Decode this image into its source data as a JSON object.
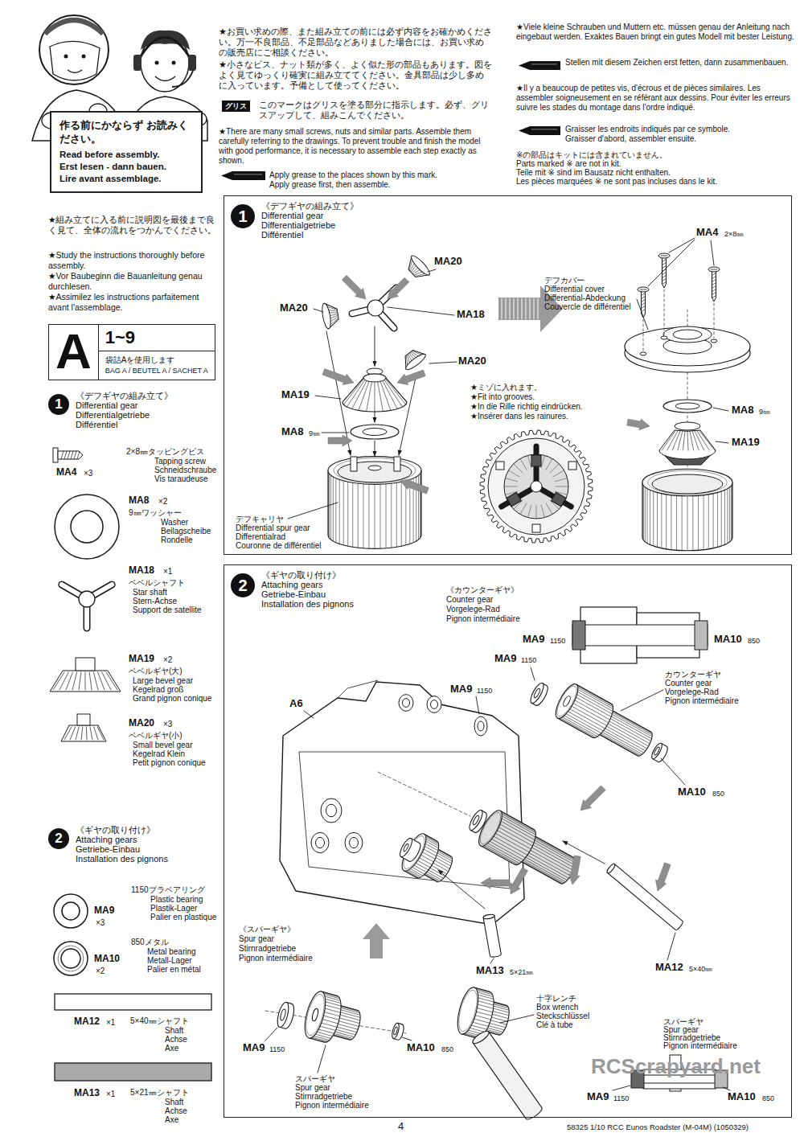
{
  "diagram": {
    "nodes": [
      {
        "text": [
          "作る前にかならず お読みください。",
          "Read before assembly.",
          "Erst lesen - dann bauen.",
          "Lire avant assemblage."
        ]
      },
      {
        "text": [
          "グリス"
        ]
      },
      {
        "text": [
          "A",
          "1~9",
          "袋詰Aを使用します",
          "BAG A / BEUTEL A / SACHET A"
        ]
      },
      {
        "text": [
          "1",
          "《デフギヤの組み立て》",
          "Differential gear",
          "Differentialgetriebe",
          "Différentiel"
        ]
      },
      {
        "text": [
          "1",
          "《デフギヤの組み立て》",
          "Differential gear",
          "Differentialgetriebe",
          "Différentiel"
        ]
      },
      {
        "text": [
          "2",
          "《ギヤの取り付け》",
          "Attaching gears",
          "Getriebe-Einbau",
          "Installation des pignons"
        ]
      },
      {
        "text": [
          "2",
          "《ギヤの取り付け》",
          "Attaching gears",
          "Getriebe-Einbau",
          "Installation des pignons"
        ]
      }
    ],
    "labels": [
      "★お買い求めの際、また組み立ての前には必ず内容をお確かめください。万一不良部品、不足部品などありました場合には、お買い求めの販売店にご相談ください。",
      "★小さなビス、ナット類が多く、よく似た形の部品もあります。図をよく見てゆっくり確実に組み立ててください。金具部品は少し多めに入っています。予備として使ってください。",
      "このマークはグリスを塗る部分に指示します。必ず、グリスアップして、組みこんでください。",
      "★There are many small screws, nuts and similar parts. Assemble them carefully referring to the drawings. To prevent trouble and finish the model with good performance, it is necessary to assemble each step exactly as shown.",
      "Apply grease to the places shown by this mark.",
      "Apply grease first, then assemble.",
      "★Viele kleine Schrauben und Muttern etc. müssen genau der Anleitung nach eingebaut werden. Exaktes Bauen bringt ein gutes Modell mit bester Leistung.",
      "Stellen mit diesem Zeichen erst fetten, dann zusammenbauen.",
      "★Il y a beaucoup de petites vis, d'écrous et de pièces similaires. Les assembler soigneusement en se référant aux dessins. Pour éviter les erreurs suivre les stades du montage dans l'ordre indiqué.",
      "Graisser les endroits indiqués par ce symbole.",
      "Graisser d'abord, assembler ensuite.",
      "※の部品はキットには含まれていません。",
      "Parts marked ※ are not in kit.",
      "Teile mit ※ sind im Bausatz nicht enthalten.",
      "Les pièces marquées ※ ne sont pas incluses dans le kit.",
      "★組み立てに入る前に説明図を最後まで良く見て、全体の流れをつかんでください。",
      "★Study the instructions thoroughly before assembly.",
      "★Vor Baubeginn die Bauanleitung genau durchlesen.",
      "★Assimilez les instructions parfaitement avant l'assemblage.",
      "MA4",
      "×3",
      "2×8㎜タッピングビス",
      "Tapping screw",
      "Schneidschraube",
      "Vis taraudeuse",
      "MA8",
      "×2",
      "9㎜ワッシャー",
      "Washer",
      "Beilagscheibe",
      "Rondelle",
      "MA18",
      "×1",
      "ベベルシャフト",
      "Star shaft",
      "Stern-Achse",
      "Support de satellite",
      "MA19",
      "×2",
      "ベベルギヤ(大)",
      "Large bevel gear",
      "Kegelrad groß",
      "Grand pignon conique",
      "MA20",
      "×3",
      "ベベルギヤ(小)",
      "Small bevel gear",
      "Kegelrad Klein",
      "Petit pignon conique",
      "MA9",
      "×3",
      "1150プラベアリング",
      "Plastic bearing",
      "Plastik-Lager",
      "Palier en plastique",
      "MA10",
      "×2",
      "850メタル",
      "Metal bearing",
      "Metall-Lager",
      "Palier en métal",
      "MA12",
      "×1",
      "5×40㎜シャフト",
      "Shaft",
      "Achse",
      "Axe",
      "MA13",
      "×1",
      "5×21㎜シャフト",
      "Shaft",
      "Achse",
      "Axe",
      "MA20",
      "MA20",
      "MA18",
      "MA20",
      "MA19",
      "MA8",
      "9㎜",
      "デフキャリヤ",
      "Differential spur gear",
      "Differentialrad",
      "Couronne de différentiel",
      "★ミゾに入れます。",
      "★Fit into grooves.",
      "★In die Rille richtig eindrücken.",
      "★Insérer dans les rainures.",
      "MA4",
      "2×8㎜",
      "デフカバー",
      "Differential cover",
      "Differential-Abdeckung",
      "Couvercle de différentiel",
      "MA8",
      "9㎜",
      "MA19",
      "《カウンターギヤ》",
      "Counter gear",
      "Vorgelege-Rad",
      "Pignon intermédiaire",
      "MA9",
      "1150",
      "MA10",
      "850",
      "MA9",
      "1150",
      "MA9",
      "1150",
      "カウンターギヤ",
      "Counter gear",
      "Vorgelege-Rad",
      "Pignon intermédiaire",
      "A6",
      "MA10",
      "850",
      "《スパーギヤ》",
      "Spur gear",
      "Stirnradgetriebe",
      "Pignon intermédiaire",
      "MA13",
      "5×21㎜",
      "MA12",
      "5×40㎜",
      "MA9",
      "1150",
      "MA10",
      "850",
      "スパーギヤ",
      "Spur gear",
      "Stirnradgetriebe",
      "Pignon intermédiaire",
      "十字レンチ",
      "Box wrench",
      "Steckschlüssel",
      "Clé à tube",
      "スパーギヤ",
      "Spur gear",
      "Stirnradgetriebe",
      "Pignon intermédiaire",
      "MA9",
      "1150",
      "MA10",
      "850",
      "4",
      "58325 1/10 RCC Eunos Roadster (M-04M) (1050329)",
      "RCScrapyard.net"
    ]
  }
}
